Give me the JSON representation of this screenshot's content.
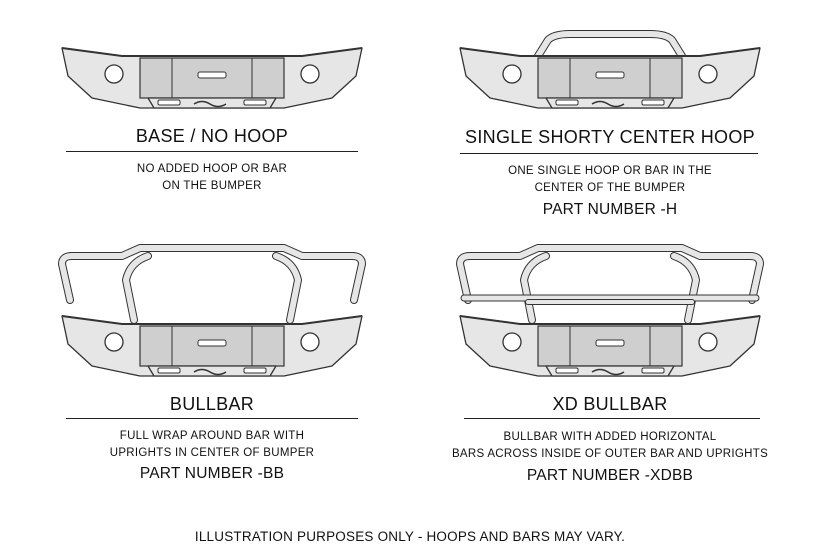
{
  "options": [
    {
      "title": "BASE / NO HOOP",
      "description_lines": [
        "NO ADDED HOOP OR BAR",
        "ON THE BUMPER"
      ],
      "part_number": "",
      "illustration": "bumper-base-icon"
    },
    {
      "title": "SINGLE SHORTY CENTER HOOP",
      "description_lines": [
        "ONE SINGLE HOOP OR BAR IN THE",
        "CENTER OF THE BUMPER"
      ],
      "part_number": "PART NUMBER  -H",
      "illustration": "bumper-shorty-hoop-icon"
    },
    {
      "title": "BULLBAR",
      "description_lines": [
        "FULL WRAP AROUND BAR WITH",
        "UPRIGHTS IN CENTER OF BUMPER"
      ],
      "part_number": "PART NUMBER  -BB",
      "illustration": "bumper-bullbar-icon"
    },
    {
      "title": "XD BULLBAR",
      "description_lines": [
        "BULLBAR WITH ADDED HORIZONTAL",
        "BARS ACROSS INSIDE OF OUTER BAR AND UPRIGHTS"
      ],
      "part_number": "PART NUMBER  -XDBB",
      "illustration": "bumper-xd-bullbar-icon"
    }
  ],
  "footer": "ILLUSTRATION PURPOSES ONLY - HOOPS AND BARS MAY VARY.",
  "colors": {
    "line": "#333333",
    "fill": "#e6e6e6",
    "shade": "#cfcfcf",
    "text": "#111111"
  }
}
